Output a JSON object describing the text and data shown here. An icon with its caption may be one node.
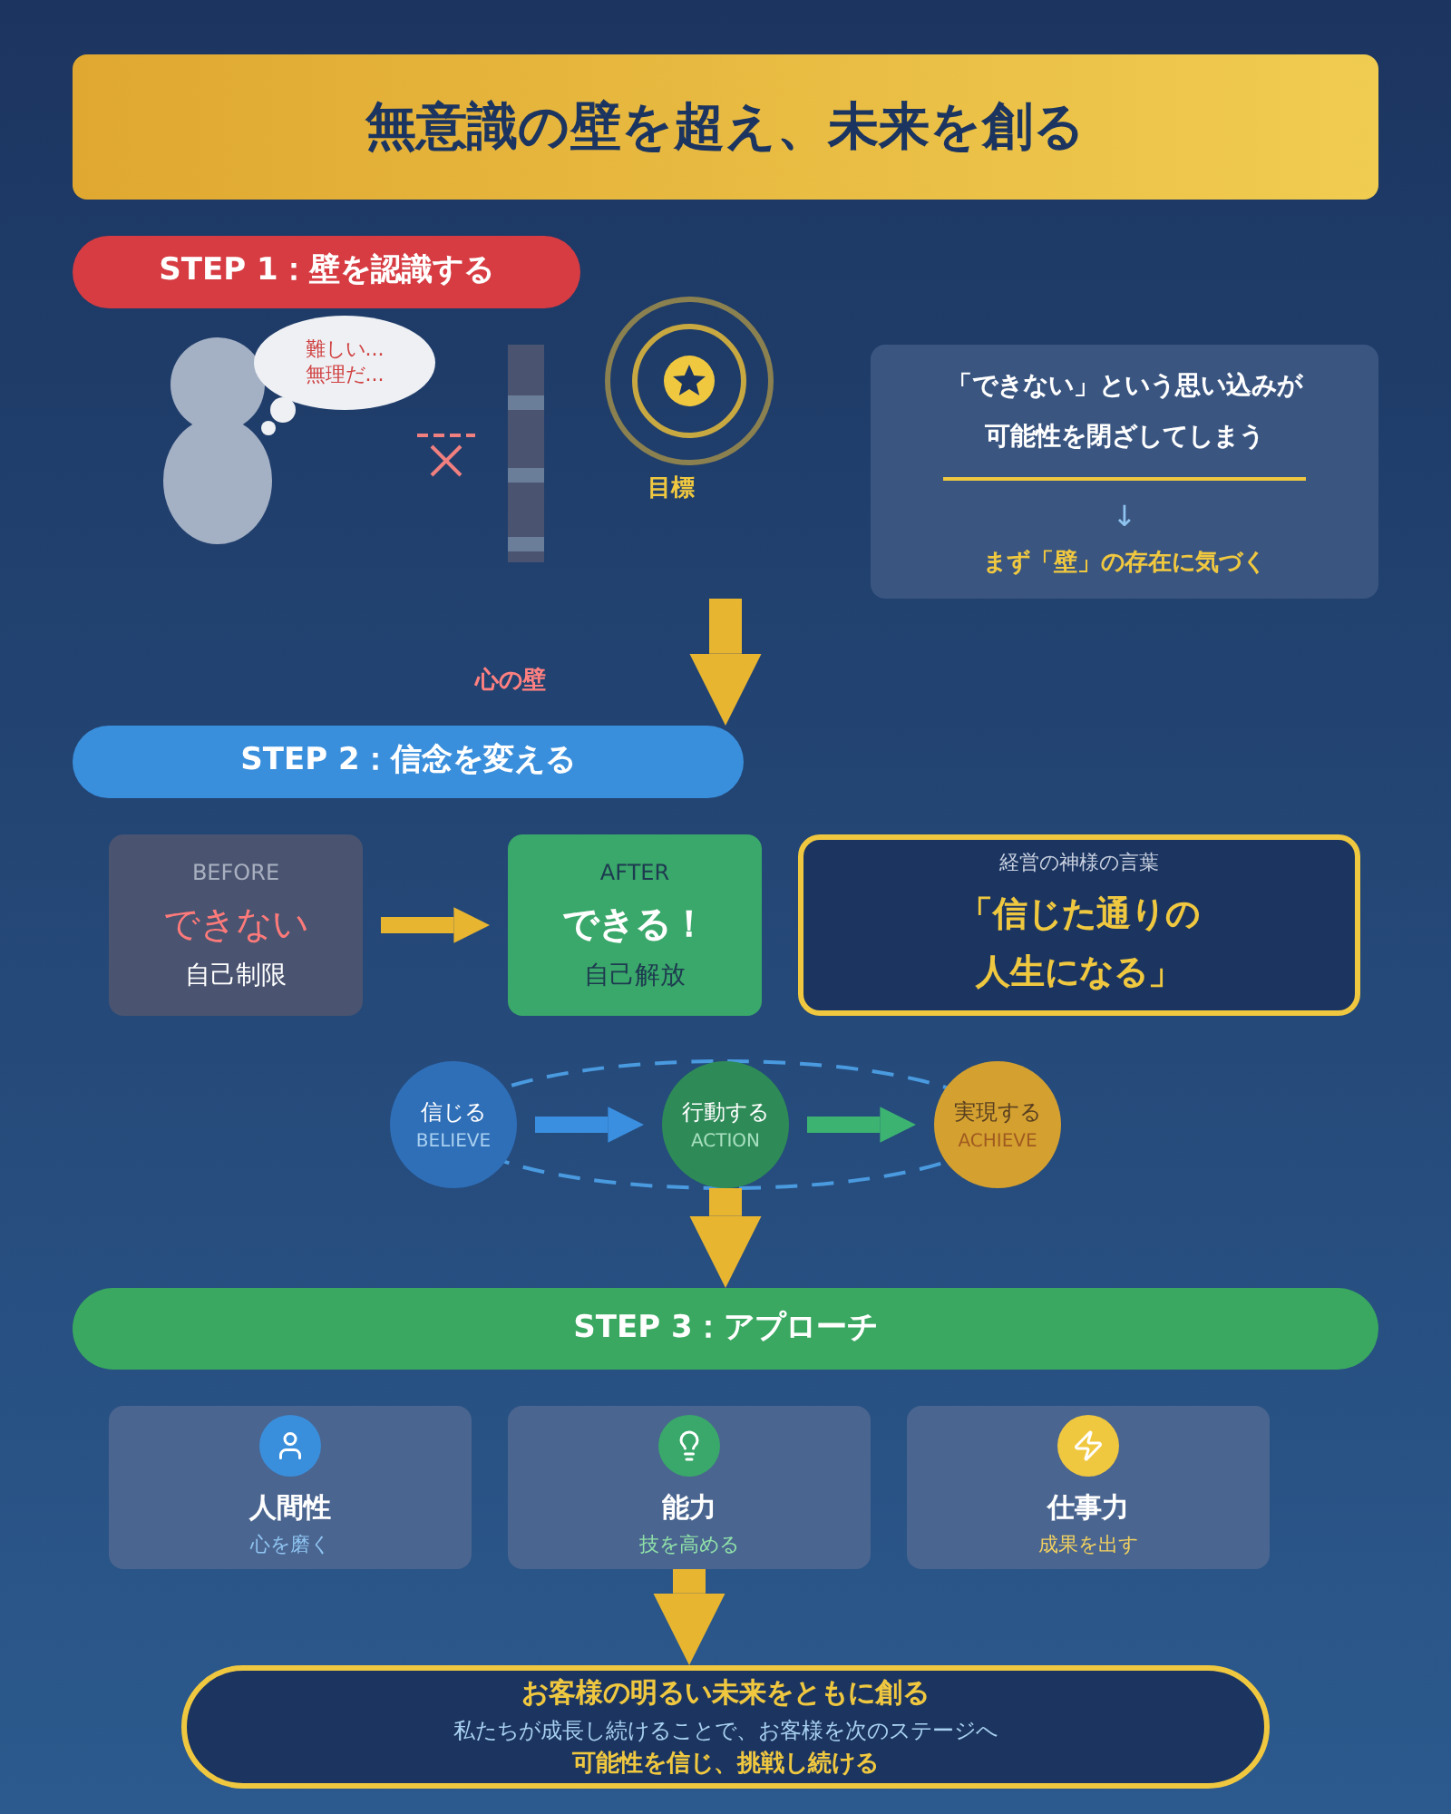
{
  "diagram": {
    "title": "無意識の壁を超え、未来を創る",
    "nodes": [
      {
        "text": [
          "STEP 1：壁を認識する"
        ]
      },
      {
        "text": [
          "難しい...無理だ..."
        ]
      },
      {
        "text": [
          "「できない」という思い込みが可能性を閉ざしてしまう",
          "↓",
          "まず「壁」の存在に気づく"
        ]
      },
      {
        "text": [
          "STEP 2：信念を変える"
        ]
      },
      {
        "text": [
          "BEFORE",
          "できない",
          "自己制限"
        ]
      },
      {
        "text": [
          "AFTER",
          "できる！",
          "自己解放"
        ]
      },
      {
        "text": [
          "経営の神様の言葉",
          "「信じた通りの人生になる」"
        ]
      },
      {
        "text": [
          "信じる",
          "BELIEVE"
        ]
      },
      {
        "text": [
          "行動する",
          "ACTION"
        ]
      },
      {
        "text": [
          "実現する",
          "ACHIEVE"
        ]
      },
      {
        "text": [
          "STEP 3：アプローチ"
        ]
      },
      {
        "text": [
          "人間性",
          "心を磨く"
        ]
      },
      {
        "text": [
          "能力",
          "技を高める"
        ]
      },
      {
        "text": [
          "仕事力",
          "成果を出す"
        ]
      },
      {
        "text": [
          "お客様の明るい未来をともに創る",
          "私たちが成長し続けることで、お客様を次のステージへ",
          "可能性を信じ、挑戦し続ける"
        ]
      }
    ],
    "edges": [
      {
        "from": null,
        "to": 3,
        "arrow": "to",
        "style": "thick"
      },
      {
        "from": 4,
        "to": 5,
        "arrow": "to"
      },
      {
        "from": 7,
        "to": 8,
        "arrow": "to",
        "color": "#3b8fe0"
      },
      {
        "from": 8,
        "to": 9,
        "arrow": "to",
        "color": "#3cb371"
      },
      {
        "from": 8,
        "to": 10,
        "arrow": "to",
        "style": "thick"
      },
      {
        "from": 12,
        "to": 14,
        "arrow": "to",
        "style": "thick"
      }
    ],
    "labels": [
      "目標",
      "心の壁"
    ]
  }
}
